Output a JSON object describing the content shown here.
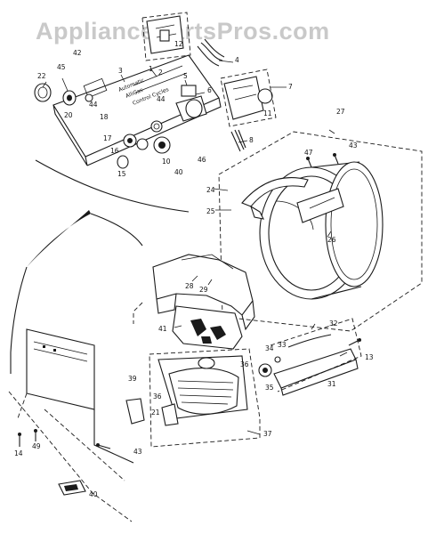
{
  "watermark": "AppliancePartsPros.com",
  "panel_text": {
    "brand": "AlliGas",
    "line1": "Automatic",
    "line2": "Control Cycles"
  },
  "callouts": [
    {
      "id": "c1",
      "text": "1"
    },
    {
      "id": "c2",
      "text": "2"
    },
    {
      "id": "c3",
      "text": "3"
    },
    {
      "id": "c4",
      "text": "4"
    },
    {
      "id": "c5",
      "text": "5"
    },
    {
      "id": "c6",
      "text": "6"
    },
    {
      "id": "c7",
      "text": "7"
    },
    {
      "id": "c8",
      "text": "8"
    },
    {
      "id": "c10",
      "text": "10"
    },
    {
      "id": "c11",
      "text": "11"
    },
    {
      "id": "c12",
      "text": "12"
    },
    {
      "id": "c13",
      "text": "13"
    },
    {
      "id": "c14",
      "text": "14"
    },
    {
      "id": "c15",
      "text": "15"
    },
    {
      "id": "c16",
      "text": "16"
    },
    {
      "id": "c17",
      "text": "17"
    },
    {
      "id": "c18",
      "text": "18"
    },
    {
      "id": "c20",
      "text": "20"
    },
    {
      "id": "c21",
      "text": "21"
    },
    {
      "id": "c22",
      "text": "22"
    },
    {
      "id": "c24",
      "text": "24"
    },
    {
      "id": "c25",
      "text": "25"
    },
    {
      "id": "c26",
      "text": "26"
    },
    {
      "id": "c27",
      "text": "27"
    },
    {
      "id": "c28",
      "text": "28"
    },
    {
      "id": "c29",
      "text": "29"
    },
    {
      "id": "c31",
      "text": "31"
    },
    {
      "id": "c32",
      "text": "32"
    },
    {
      "id": "c33",
      "text": "33"
    },
    {
      "id": "c34",
      "text": "34"
    },
    {
      "id": "c35",
      "text": "35"
    },
    {
      "id": "c36a",
      "text": "36"
    },
    {
      "id": "c36b",
      "text": "36"
    },
    {
      "id": "c37",
      "text": "37"
    },
    {
      "id": "c39",
      "text": "39"
    },
    {
      "id": "c40a",
      "text": "40"
    },
    {
      "id": "c40b",
      "text": "40"
    },
    {
      "id": "c41",
      "text": "41"
    },
    {
      "id": "c42",
      "text": "42"
    },
    {
      "id": "c43a",
      "text": "43"
    },
    {
      "id": "c43b",
      "text": "43"
    },
    {
      "id": "c44a",
      "text": "44"
    },
    {
      "id": "c44b",
      "text": "44"
    },
    {
      "id": "c45",
      "text": "45"
    },
    {
      "id": "c46",
      "text": "46"
    },
    {
      "id": "c47",
      "text": "47"
    },
    {
      "id": "c49",
      "text": "49"
    }
  ]
}
